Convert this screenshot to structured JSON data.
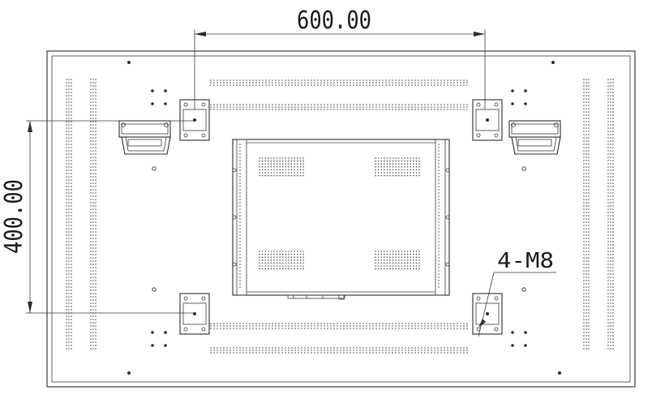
{
  "dimensions": {
    "horizontal": "600.00",
    "vertical": "400.00"
  },
  "callout": {
    "label": "4-M8"
  },
  "colors": {
    "line": "#2b2b2b",
    "background": "#ffffff"
  }
}
